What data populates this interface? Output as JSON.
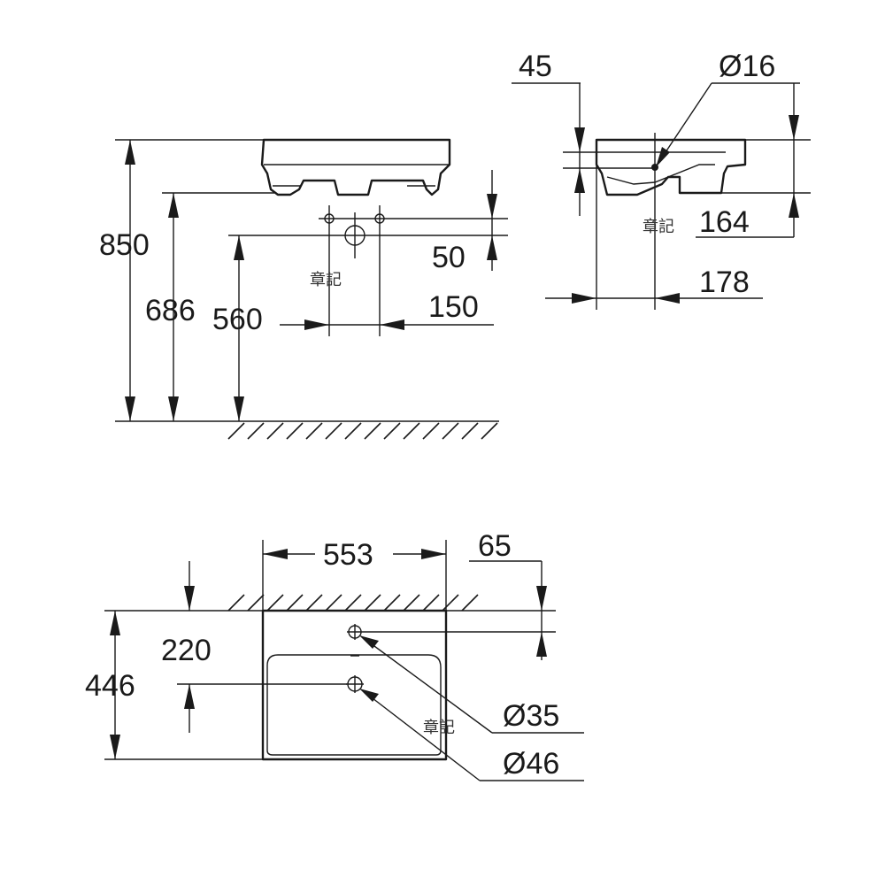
{
  "front_view": {
    "height_total": "850",
    "height_rim_bottom": "686",
    "height_waste": "560",
    "tap_hole_drop": "50",
    "tap_hole_spacing": "150",
    "stamp": "章記"
  },
  "side_view": {
    "rim_thickness": "45",
    "overflow_diameter": "Ø16",
    "depth_to_overflow": "164",
    "projection": "178",
    "stamp": "章記"
  },
  "top_view": {
    "width": "553",
    "back_offset": "65",
    "depth": "446",
    "waste_offset": "220",
    "tap_hole_diameter": "Ø35",
    "waste_diameter": "Ø46",
    "stamp": "章記"
  },
  "colors": {
    "line": "#1a1a1a",
    "background": "#ffffff"
  }
}
